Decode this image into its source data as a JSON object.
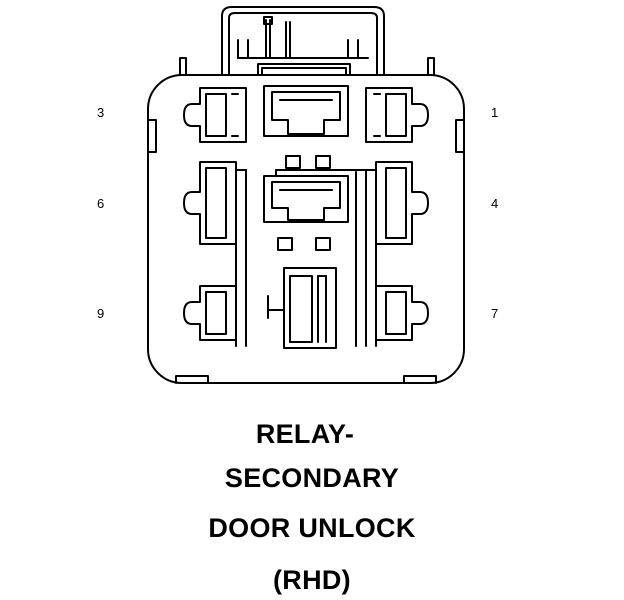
{
  "pin_labels": {
    "pin_3": "3",
    "pin_1": "1",
    "pin_6": "6",
    "pin_4": "4",
    "pin_9": "9",
    "pin_7": "7"
  },
  "title_lines": [
    "RELAY-",
    "SECONDARY",
    "DOOR UNLOCK",
    "(RHD)"
  ],
  "colors": {
    "line": "#000000",
    "background": "#ffffff"
  }
}
